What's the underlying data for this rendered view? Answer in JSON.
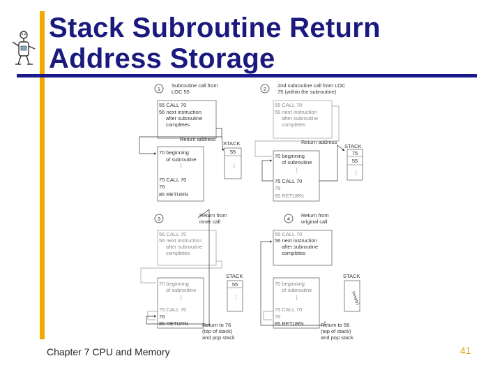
{
  "slide": {
    "title_line1": "Stack Subroutine Return",
    "title_line2": "Address Storage",
    "footer": "Chapter 7 CPU and Memory",
    "page_number": "41"
  },
  "colors": {
    "accent_bar": "#f2a900",
    "rule": "#1a1a8c",
    "title": "#1a1a7e",
    "page_number": "#d4a000"
  },
  "mascot": {
    "icon": "robot-figure-icon"
  },
  "figure": {
    "panels": [
      {
        "num": "1",
        "caption": [
          "Subroutine call from",
          "LOC 55"
        ]
      },
      {
        "num": "2",
        "caption": [
          "2nd subroutine call from LOC",
          "75 (within the subroutine)"
        ]
      },
      {
        "num": "3",
        "caption": [
          "Return from",
          "inner call"
        ]
      },
      {
        "num": "4",
        "caption": [
          "Return from",
          "original call"
        ]
      }
    ],
    "stack_label": "STACK",
    "return_address": "Return address",
    "main_lines": [
      "55 CALL 70",
      "56 next instruction",
      "after subroutine",
      "completes"
    ],
    "sub_lines": [
      "70 beginning",
      "of subroutine",
      "75 CALL 70",
      "76",
      "85 RETURN"
    ],
    "stack1": [
      "55"
    ],
    "stack2": [
      "75",
      "55"
    ],
    "stack3": [
      "55"
    ],
    "stack4_empty": "(empty)",
    "return_to_76": [
      "Return to 76",
      "(top of stack)",
      "and pop stack"
    ],
    "return_to_56": [
      "Return to 56",
      "(top of stack)",
      "and pop stack"
    ]
  }
}
